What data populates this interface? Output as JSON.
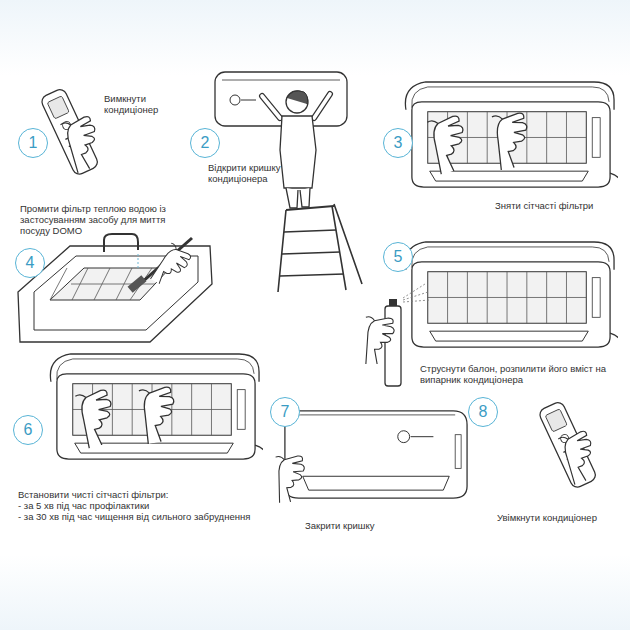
{
  "diagram": {
    "nodes": [
      {
        "text": [
          "1"
        ]
      },
      {
        "text": [
          "2"
        ]
      },
      {
        "text": [
          "3"
        ]
      },
      {
        "text": [
          "4"
        ]
      },
      {
        "text": [
          "5"
        ]
      },
      {
        "text": [
          "6"
        ]
      },
      {
        "text": [
          "7"
        ]
      },
      {
        "text": [
          "8"
        ]
      }
    ],
    "labels": [
      "Вимкнути кондиціонер",
      "Відкрити кришку кондиціонера",
      "Зняти сітчасті фільтри",
      "Промити фільтр теплою водою із застосуванням засобу для миття посуду DOMO",
      "Струснути балон, розпилити його вміст на випарник кондиціонера",
      "Встановити чисті сітчасті фільтри:",
      "- за 5 хв під час профілактики",
      "- за 30 хв під час чищення від сильного забруднення",
      "Закрити кришку",
      "Увімкнути кондиціонер"
    ]
  }
}
